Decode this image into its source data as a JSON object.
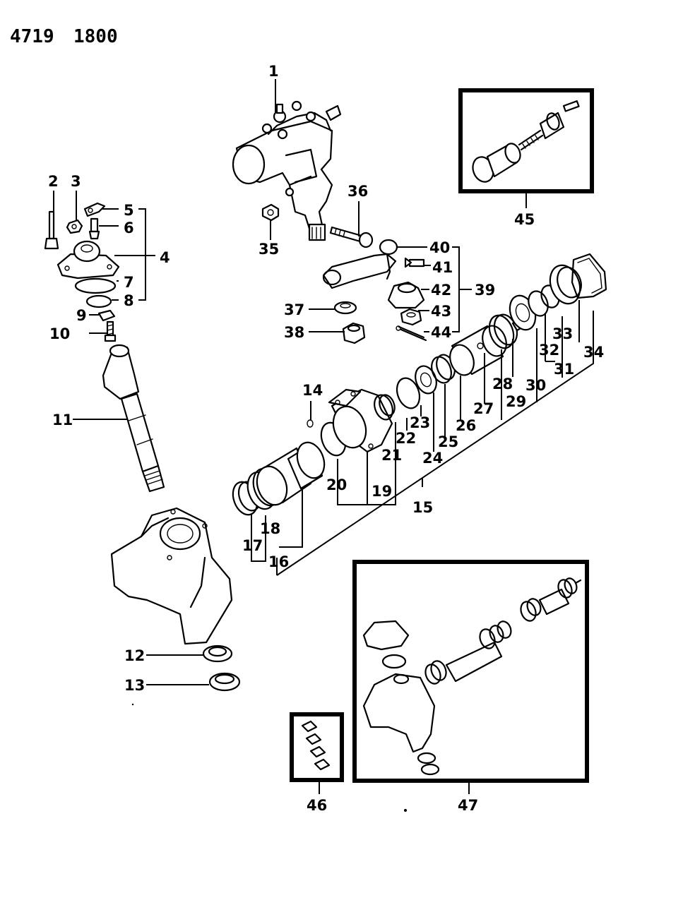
{
  "header": {
    "ref_a": "4719",
    "ref_b": "1800"
  },
  "callouts": {
    "c1": "1",
    "c2": "2",
    "c3": "3",
    "c4": "4",
    "c5": "5",
    "c6": "6",
    "c7": "7",
    "c8": "8",
    "c9": "9",
    "c10": "10",
    "c11": "11",
    "c12": "12",
    "c13": "13",
    "c14": "14",
    "c15": "15",
    "c16": "16",
    "c17": "17",
    "c18": "18",
    "c19": "19",
    "c20": "20",
    "c21": "21",
    "c22": "22",
    "c23": "23",
    "c24": "24",
    "c25": "25",
    "c26": "26",
    "c27": "27",
    "c28": "28",
    "c29": "29",
    "c30": "30",
    "c31": "31",
    "c32": "32",
    "c33": "33",
    "c34": "34",
    "c35": "35",
    "c36": "36",
    "c37": "37",
    "c38": "38",
    "c39": "39",
    "c40": "40",
    "c41": "41",
    "c42": "42",
    "c43": "43",
    "c44": "44",
    "c45": "45",
    "c46": "46",
    "c47": "47"
  }
}
